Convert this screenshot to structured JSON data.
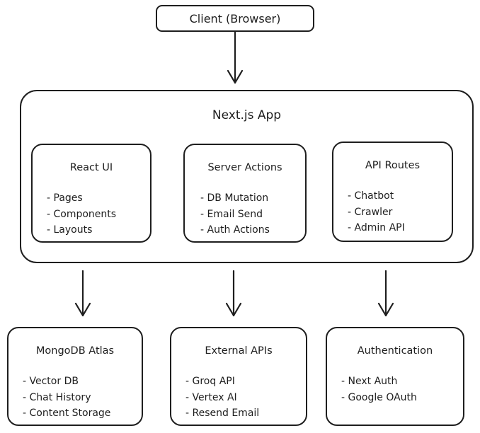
{
  "client": {
    "label": "Client (Browser)"
  },
  "app": {
    "title": "Next.js App",
    "modules": [
      {
        "title": "React UI",
        "items": [
          "- Pages",
          "- Components",
          "- Layouts"
        ]
      },
      {
        "title": "Server Actions",
        "items": [
          "- DB Mutation",
          "- Email Send",
          "- Auth Actions"
        ]
      },
      {
        "title": "API Routes",
        "items": [
          "- Chatbot",
          "- Crawler",
          "- Admin API"
        ]
      }
    ]
  },
  "services": [
    {
      "title": "MongoDB Atlas",
      "items": [
        "- Vector DB",
        "- Chat History",
        "- Content Storage"
      ]
    },
    {
      "title": "External APIs",
      "items": [
        "- Groq API",
        "- Vertex AI",
        "- Resend Email"
      ]
    },
    {
      "title": "Authentication",
      "items": [
        "- Next Auth",
        "- Google OAuth"
      ]
    }
  ]
}
